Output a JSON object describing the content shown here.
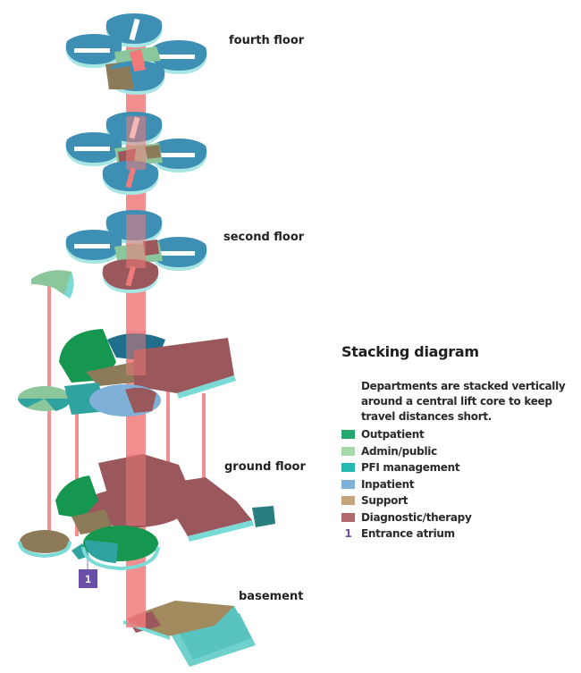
{
  "floors": {
    "fourth": "fourth floor",
    "second": "second floor",
    "ground": "ground floor",
    "basement": "basement"
  },
  "legend": {
    "title": "Stacking diagram",
    "description": "Departments are stacked vertically around a central lift core to keep travel distances short.",
    "items": [
      {
        "label": "Outpatient",
        "color": "#23a86d"
      },
      {
        "label": "Admin/public",
        "color": "#a6d9a9"
      },
      {
        "label": "PFI management",
        "color": "#27b8b0"
      },
      {
        "label": "Inpatient",
        "color": "#7fb0d8"
      },
      {
        "label": "Support",
        "color": "#c4a27a"
      },
      {
        "label": "Diagnostic/therapy",
        "color": "#b06a6e"
      }
    ],
    "marker": {
      "number": "1",
      "label": "Entrance atrium"
    }
  },
  "colors": {
    "lift_core": "#f07a7a",
    "inpatient_floor": "#3e8fb4",
    "slab_edge": "#8fe3e0",
    "diagnostic_floor": "#9a585c",
    "support_floor": "#8d7a58",
    "outpatient_floor": "#15974f",
    "admin_floor": "#8cc79c",
    "pfi_floor": "#2fa3a0",
    "atrium_marker": "#6b4ea8"
  }
}
